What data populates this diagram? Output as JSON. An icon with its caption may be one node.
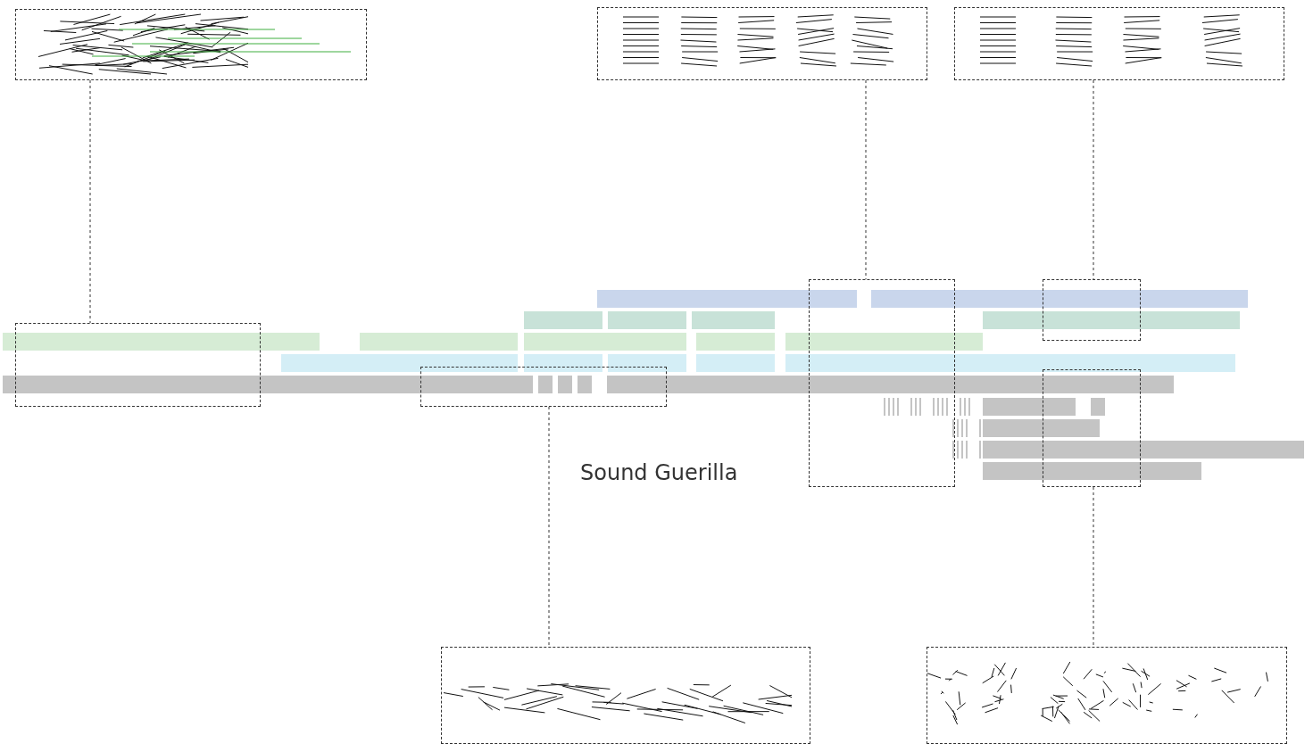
{
  "diagram": {
    "nodes": [
      {
        "text": [],
        "shape": "box"
      },
      {
        "text": [],
        "shape": "box"
      },
      {
        "text": [],
        "shape": "box"
      },
      {
        "text": [],
        "shape": "box"
      },
      {
        "text": [],
        "shape": "box"
      },
      {
        "text": [],
        "shape": "box"
      },
      {
        "text": [],
        "shape": "box"
      },
      {
        "text": [],
        "shape": "box"
      },
      {
        "text": [],
        "shape": "box"
      },
      {
        "text": [],
        "shape": "box"
      }
    ],
    "edges": [
      {
        "from": 0,
        "to": 3,
        "arrow": "none",
        "style": "dashed"
      },
      {
        "from": 1,
        "to": 4,
        "arrow": "none",
        "style": "dashed"
      },
      {
        "from": 2,
        "to": 5,
        "arrow": "none",
        "style": "dashed"
      },
      {
        "from": 6,
        "to": 8,
        "arrow": "none",
        "style": "dashed"
      },
      {
        "from": 7,
        "to": 9,
        "arrow": "none",
        "style": "dashed"
      }
    ],
    "labels": [
      "Sound Guerilla"
    ]
  }
}
